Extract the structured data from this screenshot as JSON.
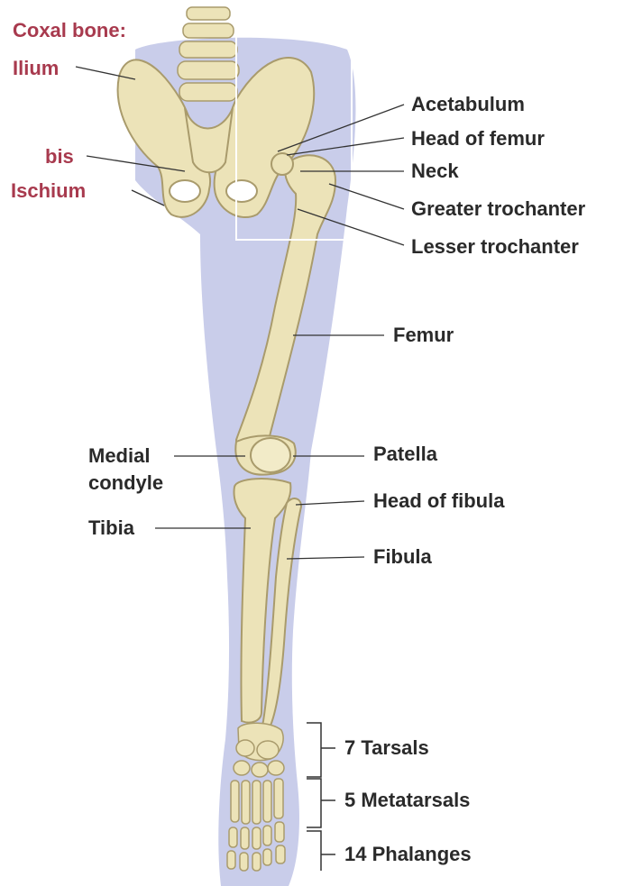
{
  "colors": {
    "background": "#ffffff",
    "silhouette": "#c9cdea",
    "bone": "#ece3b8",
    "bone_outline": "#a99b6c",
    "text_dark": "#2a2a2a",
    "text_red": "#a83a4e",
    "leader": "#333333"
  },
  "labels": {
    "coxal_bone": "Coxal  bone:",
    "ilium": "Ilium",
    "pubis": "bis",
    "ischium": "Ischium",
    "acetabulum": "Acetabulum",
    "head_of_femur": "Head of femur",
    "neck": "Neck",
    "greater_trochanter": "Greater trochanter",
    "lesser_trochanter": "Lesser trochanter",
    "femur": "Femur",
    "medial": "Medial",
    "condyle": "condyle",
    "patella": "Patella",
    "head_of_fibula": "Head of fibula",
    "tibia": "Tibia",
    "fibula": "Fibula",
    "tarsals": "7 Tarsals",
    "metatarsals": "5 Metatarsals",
    "phalanges": "14 Phalanges"
  }
}
